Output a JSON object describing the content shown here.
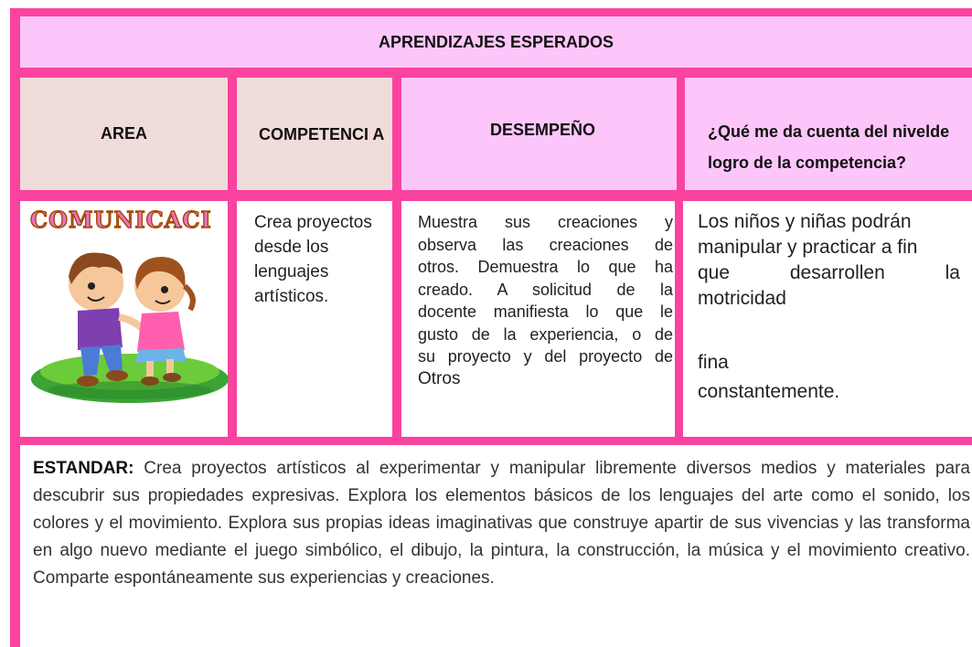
{
  "table": {
    "title": "APRENDIZAJES ESPERADOS",
    "headers": {
      "area": "AREA",
      "competencia": "COMPETENCI A",
      "desempeno": "DESEMPEÑO",
      "logro": "¿Qué me da cuenta del nivelde logro de la competencia?"
    },
    "row": {
      "area_title": "COMUNICACI",
      "area_image": "two-children-hugging-illustration",
      "competencia": "Crea proyectos desde los lenguajes artísticos.",
      "desempeno_lines": [
        "Muestra sus creaciones y",
        "observa las creaciones de",
        "otros. Demuestra lo que ha",
        "creado. A solicitud de la",
        "docente manifiesta lo que le",
        "gusto de la experiencia, o de",
        "su proyecto y del proyecto de",
        "Otros"
      ],
      "logro_lines": [
        "Los niños y niñas podrán",
        "manipular y practicar a fin",
        "que desarrollen la",
        "motricidad",
        "fina",
        "constantemente."
      ]
    }
  },
  "estandar": {
    "label": "ESTANDAR:",
    "text": " Crea proyectos artísticos al experimentar y manipular libremente diversos medios y materiales para descubrir sus propiedades expresivas. Explora los elementos básicos de los lenguajes del arte como el sonido, los colores y el movimiento. Explora sus propias ideas imaginativas que construye apartir de sus vivencias y las transforma en algo nuevo mediante el juego simbólico, el dibujo, la pintura, la construcción, la música y el movimiento creativo. Comparte espontáneamente sus experiencias y creaciones."
  },
  "colors": {
    "border": "#f9439f",
    "header_pink": "#fdc6fb",
    "header_beige": "#f0dcd9"
  }
}
